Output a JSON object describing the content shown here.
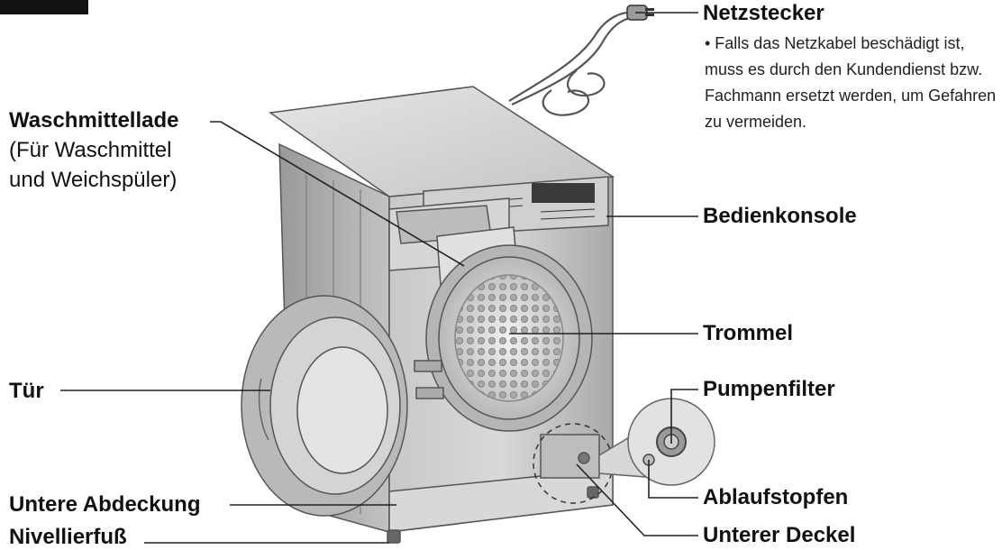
{
  "labels": {
    "netzstecker": "Netzstecker",
    "netzstecker_note": "• Falls das Netzkabel beschädigt ist, muss es durch den Kundendienst bzw. Fachmann ersetzt werden, um Gefahren zu vermeiden.",
    "waschmittellade": "Waschmittellade",
    "waschmittellade_sub1": "(Für Waschmittel",
    "waschmittellade_sub2": "und Weichspüler)",
    "bedienkonsole": "Bedienkonsole",
    "trommel": "Trommel",
    "tuer": "Tür",
    "pumpenfilter": "Pumpenfilter",
    "ablaufstopfen": "Ablaufstopfen",
    "untere_abdeckung": "Untere Abdeckung",
    "nivellierfuss": "Nivellierfuß",
    "unterer_deckel": "Unterer Deckel"
  },
  "colors": {
    "machine_body": "#bdbdbd",
    "machine_dark": "#8a8a8a",
    "machine_light": "#e2e2e2",
    "line": "#222222",
    "corner_block": "#111111"
  }
}
